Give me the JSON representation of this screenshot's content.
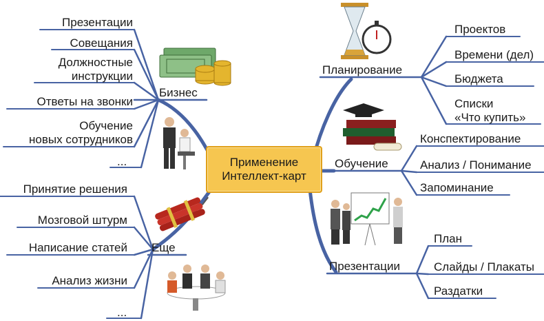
{
  "center": {
    "line1": "Применение",
    "line2": "Интеллект-карт"
  },
  "left": {
    "business": {
      "label": "Бизнес",
      "items": [
        {
          "text": "Презентации"
        },
        {
          "text": "Совещания"
        },
        {
          "line1": "Должностные",
          "line2": "инструкции"
        },
        {
          "text": "Ответы на звонки"
        },
        {
          "line1": "Обучение",
          "line2": "новых сотрудников"
        },
        {
          "text": "..."
        }
      ]
    },
    "more": {
      "label": "Еще",
      "items": [
        {
          "text": "Принятие решения"
        },
        {
          "text": "Мозговой штурм"
        },
        {
          "text": "Написание статей"
        },
        {
          "text": "Анализ жизни"
        },
        {
          "text": "..."
        }
      ]
    }
  },
  "right": {
    "planning": {
      "label": "Планирование",
      "items": [
        {
          "text": "Проектов"
        },
        {
          "text": "Времени (дел)"
        },
        {
          "text": "Бюджета"
        },
        {
          "line1": "Списки",
          "line2": "«Что купить»"
        }
      ]
    },
    "learning": {
      "label": "Обучение",
      "items": [
        {
          "text": "Конспектирование"
        },
        {
          "text": "Анализ / Понимание"
        },
        {
          "text": "Запоминание"
        }
      ]
    },
    "presentations": {
      "label": "Презентации",
      "items": [
        {
          "text": "План"
        },
        {
          "text": "Слайды / Плакаты"
        },
        {
          "text": "Раздатки"
        }
      ]
    }
  },
  "colors": {
    "branch": "#4863a3",
    "center_fill": "#f6c650",
    "center_border": "#e0a01a"
  },
  "illustrations": [
    "money-icon",
    "hourglass-stopwatch-icon",
    "books-graduation-cap-icon",
    "business-people-icon",
    "presentation-board-icon",
    "dynamite-icon",
    "meeting-table-icon"
  ]
}
